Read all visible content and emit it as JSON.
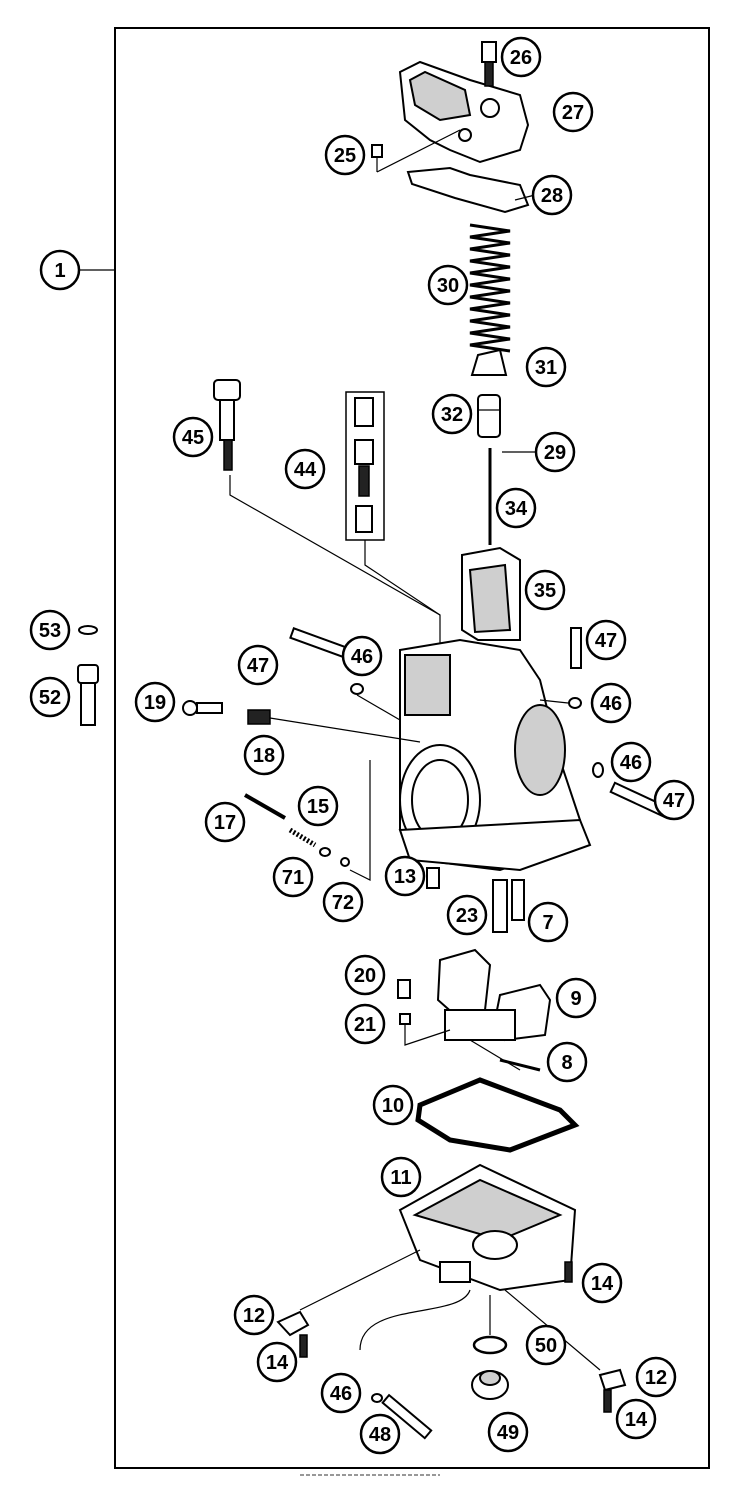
{
  "diagram": {
    "callouts": [
      {
        "id": "1",
        "label": "1"
      },
      {
        "id": "26",
        "label": "26"
      },
      {
        "id": "27",
        "label": "27"
      },
      {
        "id": "25",
        "label": "25"
      },
      {
        "id": "28",
        "label": "28"
      },
      {
        "id": "30",
        "label": "30"
      },
      {
        "id": "31",
        "label": "31"
      },
      {
        "id": "32",
        "label": "32"
      },
      {
        "id": "29",
        "label": "29"
      },
      {
        "id": "34",
        "label": "34"
      },
      {
        "id": "45",
        "label": "45"
      },
      {
        "id": "44",
        "label": "44"
      },
      {
        "id": "35",
        "label": "35"
      },
      {
        "id": "53",
        "label": "53"
      },
      {
        "id": "52",
        "label": "52"
      },
      {
        "id": "47a",
        "label": "47"
      },
      {
        "id": "46a",
        "label": "46"
      },
      {
        "id": "47b",
        "label": "47"
      },
      {
        "id": "46b",
        "label": "46"
      },
      {
        "id": "19",
        "label": "19"
      },
      {
        "id": "18",
        "label": "18"
      },
      {
        "id": "46c",
        "label": "46"
      },
      {
        "id": "47c",
        "label": "47"
      },
      {
        "id": "17",
        "label": "17"
      },
      {
        "id": "15",
        "label": "15"
      },
      {
        "id": "71",
        "label": "71"
      },
      {
        "id": "72",
        "label": "72"
      },
      {
        "id": "13",
        "label": "13"
      },
      {
        "id": "23",
        "label": "23"
      },
      {
        "id": "7",
        "label": "7"
      },
      {
        "id": "20",
        "label": "20"
      },
      {
        "id": "9",
        "label": "9"
      },
      {
        "id": "21",
        "label": "21"
      },
      {
        "id": "8",
        "label": "8"
      },
      {
        "id": "10",
        "label": "10"
      },
      {
        "id": "11",
        "label": "11"
      },
      {
        "id": "14a",
        "label": "14"
      },
      {
        "id": "12a",
        "label": "12"
      },
      {
        "id": "14b",
        "label": "14"
      },
      {
        "id": "50",
        "label": "50"
      },
      {
        "id": "12b",
        "label": "12"
      },
      {
        "id": "46d",
        "label": "46"
      },
      {
        "id": "14c",
        "label": "14"
      },
      {
        "id": "48",
        "label": "48"
      },
      {
        "id": "49",
        "label": "49"
      }
    ]
  }
}
